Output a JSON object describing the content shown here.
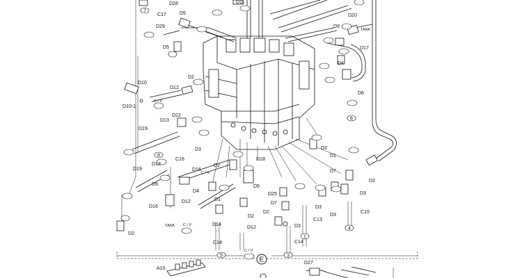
{
  "labels": [
    {
      "id": "C17",
      "text": "C17"
    },
    {
      "id": "D28",
      "text": "D28"
    },
    {
      "id": "D5a",
      "text": "D5"
    },
    {
      "id": "D11",
      "text": "D11"
    },
    {
      "id": "D20",
      "text": "D20"
    },
    {
      "id": "D29",
      "text": "D29"
    },
    {
      "id": "D9a",
      "text": "D9"
    },
    {
      "id": "TANKa",
      "text": "TANK"
    },
    {
      "id": "D5b",
      "text": "D5"
    },
    {
      "id": "D17",
      "text": "D17"
    },
    {
      "id": "D4a",
      "text": "D4"
    },
    {
      "id": "D2a",
      "text": "D2"
    },
    {
      "id": "D10",
      "text": "D10"
    },
    {
      "id": "D12a",
      "text": "D12"
    },
    {
      "id": "D6",
      "text": "D6"
    },
    {
      "id": "CV1a",
      "text": "C / V"
    },
    {
      "id": "D10-1",
      "text": "D10-1"
    },
    {
      "id": "D22",
      "text": "D22"
    },
    {
      "id": "D13a",
      "text": "D13"
    },
    {
      "id": "D19a",
      "text": "D19"
    },
    {
      "id": "D3a",
      "text": "D3"
    },
    {
      "id": "D2b",
      "text": "D2"
    },
    {
      "id": "C16",
      "text": "C16"
    },
    {
      "id": "D1a",
      "text": "D1"
    },
    {
      "id": "D18",
      "text": "D18"
    },
    {
      "id": "D2c",
      "text": "D2"
    },
    {
      "id": "D13b",
      "text": "D13"
    },
    {
      "id": "CV2",
      "text": "C / V"
    },
    {
      "id": "D16a",
      "text": "D16"
    },
    {
      "id": "D7a",
      "text": "D7"
    },
    {
      "id": "D19b",
      "text": "D19"
    },
    {
      "id": "D9b",
      "text": "D9"
    },
    {
      "id": "D4b",
      "text": "D4"
    },
    {
      "id": "D5c",
      "text": "D5"
    },
    {
      "id": "D2d",
      "text": "D2"
    },
    {
      "id": "D1b",
      "text": "D1"
    },
    {
      "id": "D25",
      "text": "D25"
    },
    {
      "id": "D3b",
      "text": "D3"
    },
    {
      "id": "D16b",
      "text": "D16"
    },
    {
      "id": "D12b",
      "text": "D12"
    },
    {
      "id": "D7b",
      "text": "D7"
    },
    {
      "id": "D3c",
      "text": "D3"
    },
    {
      "id": "D2e",
      "text": "D2"
    },
    {
      "id": "C15",
      "text": "C15"
    },
    {
      "id": "D3d",
      "text": "D3"
    },
    {
      "id": "C13",
      "text": "C13"
    },
    {
      "id": "D14a",
      "text": "D14"
    },
    {
      "id": "D2f",
      "text": "D2"
    },
    {
      "id": "D2g",
      "text": "D2"
    },
    {
      "id": "TANKb",
      "text": "TANK"
    },
    {
      "id": "CV3",
      "text": "C / V"
    },
    {
      "id": "D12c",
      "text": "D12"
    },
    {
      "id": "D3e",
      "text": "D3"
    },
    {
      "id": "C14a",
      "text": "C14"
    },
    {
      "id": "C14b",
      "text": "C14"
    },
    {
      "id": "CV4",
      "text": "C / V"
    },
    {
      "id": "A10",
      "text": "A10"
    },
    {
      "id": "D27",
      "text": "D27"
    }
  ],
  "callouts": [
    {
      "id": "n7",
      "text": "7"
    },
    {
      "id": "n1",
      "text": "1"
    },
    {
      "id": "n4",
      "text": "4"
    },
    {
      "id": "n8",
      "text": "8"
    },
    {
      "id": "n5",
      "text": "5"
    },
    {
      "id": "n3",
      "text": "3"
    },
    {
      "id": "n6",
      "text": "6"
    }
  ],
  "section_marker": "E"
}
